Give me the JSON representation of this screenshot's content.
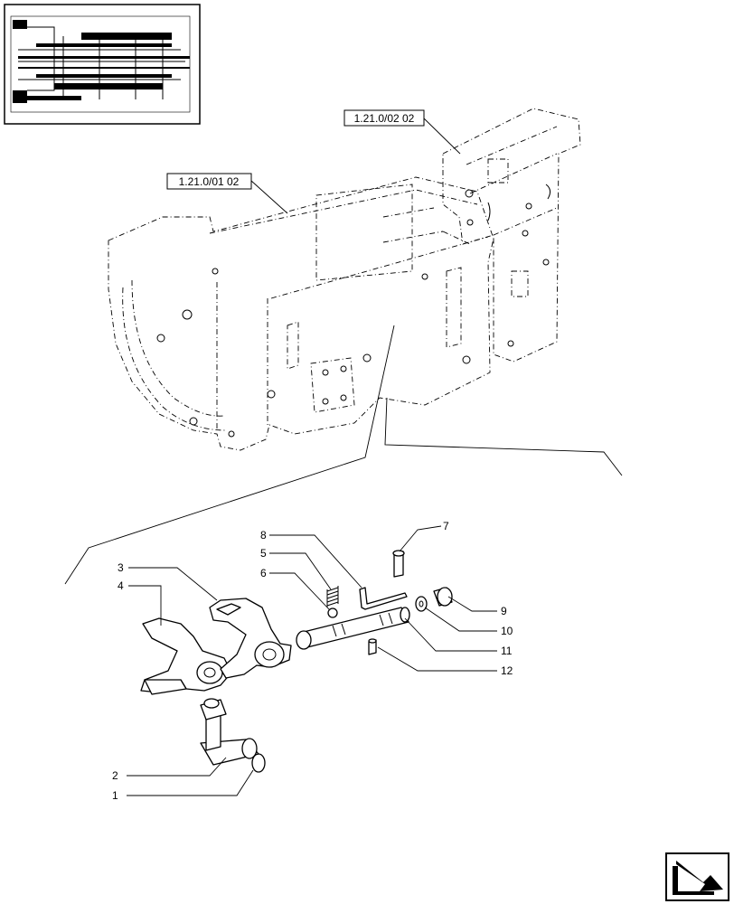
{
  "references": {
    "front_housing": "1.21.0/01 02",
    "rear_housing": "1.21.0/02 02"
  },
  "callouts": [
    {
      "id": "c1",
      "label": "1"
    },
    {
      "id": "c2",
      "label": "2"
    },
    {
      "id": "c3",
      "label": "3"
    },
    {
      "id": "c4",
      "label": "4"
    },
    {
      "id": "c5",
      "label": "5"
    },
    {
      "id": "c6",
      "label": "6"
    },
    {
      "id": "c7",
      "label": "7"
    },
    {
      "id": "c8",
      "label": "8"
    },
    {
      "id": "c9",
      "label": "9"
    },
    {
      "id": "c10",
      "label": "10"
    },
    {
      "id": "c11",
      "label": "11"
    },
    {
      "id": "c12",
      "label": "12"
    }
  ],
  "icons": {
    "thumbnail": "transmission-section-thumbnail-icon",
    "navigation": "next-page-arrow-icon"
  }
}
